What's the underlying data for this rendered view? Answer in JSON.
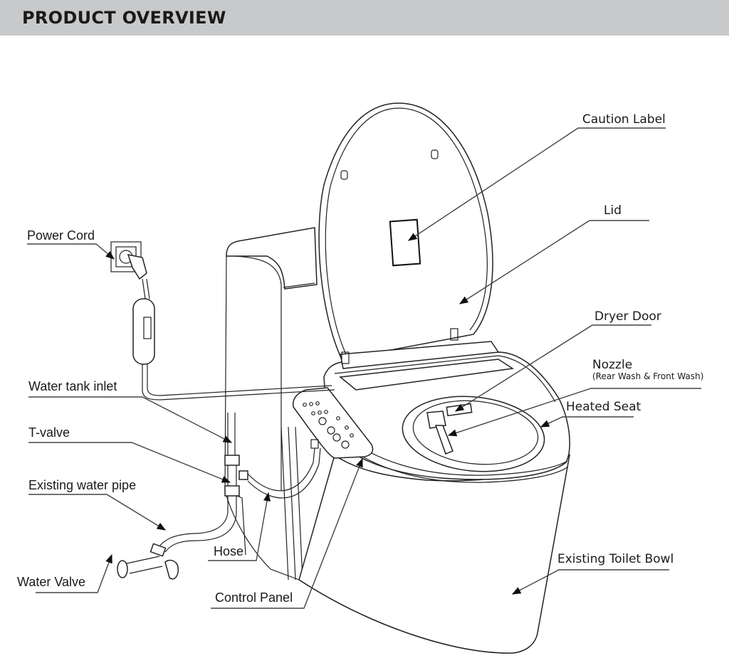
{
  "header": {
    "title": "PRODUCT OVERVIEW",
    "background": "#c8c9cb"
  },
  "labels": {
    "caution_label": "Caution Label",
    "lid": "Lid",
    "dryer_door": "Dryer Door",
    "nozzle": "Nozzle",
    "nozzle_sub": "(Rear Wash & Front Wash)",
    "heated_seat": "Heated Seat",
    "existing_toilet_bowl": "Existing Toilet Bowl",
    "power_cord": "Power Cord",
    "water_tank_inlet": "Water tank inlet",
    "t_valve": "T-valve",
    "existing_water_pipe": "Existing water pipe",
    "water_valve": "Water Valve",
    "hose": "Hose",
    "control_panel": "Control Panel"
  }
}
